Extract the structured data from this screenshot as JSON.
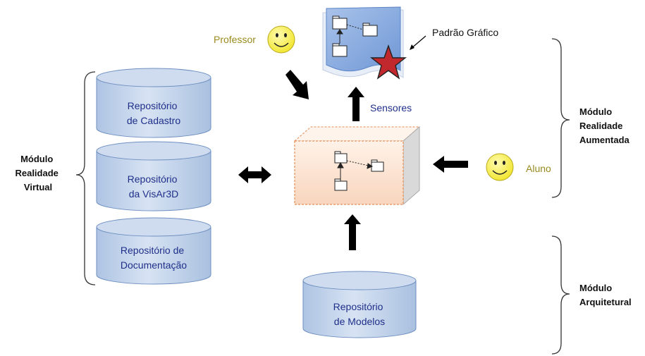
{
  "modules": {
    "virtual": [
      "Módulo",
      "Realidade",
      "Virtual"
    ],
    "augmented": [
      "Módulo",
      "Realidade",
      "Aumentada"
    ],
    "architectural": [
      "Módulo",
      "Arquitetural"
    ]
  },
  "repositories": {
    "cadastro": [
      "Repositório",
      "de Cadastro"
    ],
    "visar3d": [
      "Repositório",
      "da VisAr3D"
    ],
    "documentacao": [
      "Repositório de",
      "Documentação"
    ],
    "modelos": [
      "Repositório",
      "de Modelos"
    ]
  },
  "actors": {
    "professor": "Professor",
    "aluno": "Aluno"
  },
  "labels": {
    "sensores": "Sensores",
    "padrao_grafico": "Padrão Gráfico"
  },
  "colors": {
    "cylinder_fill": "#c9d9ee",
    "cylinder_stroke": "#5b7fb5",
    "text_blue": "#1f2f8a",
    "actor_text": "#9a8a1e",
    "smiley": "#f6ee3c",
    "box_fill": "#fbe3d2",
    "box_side": "#dcdcdc",
    "star": "#c0282d"
  }
}
